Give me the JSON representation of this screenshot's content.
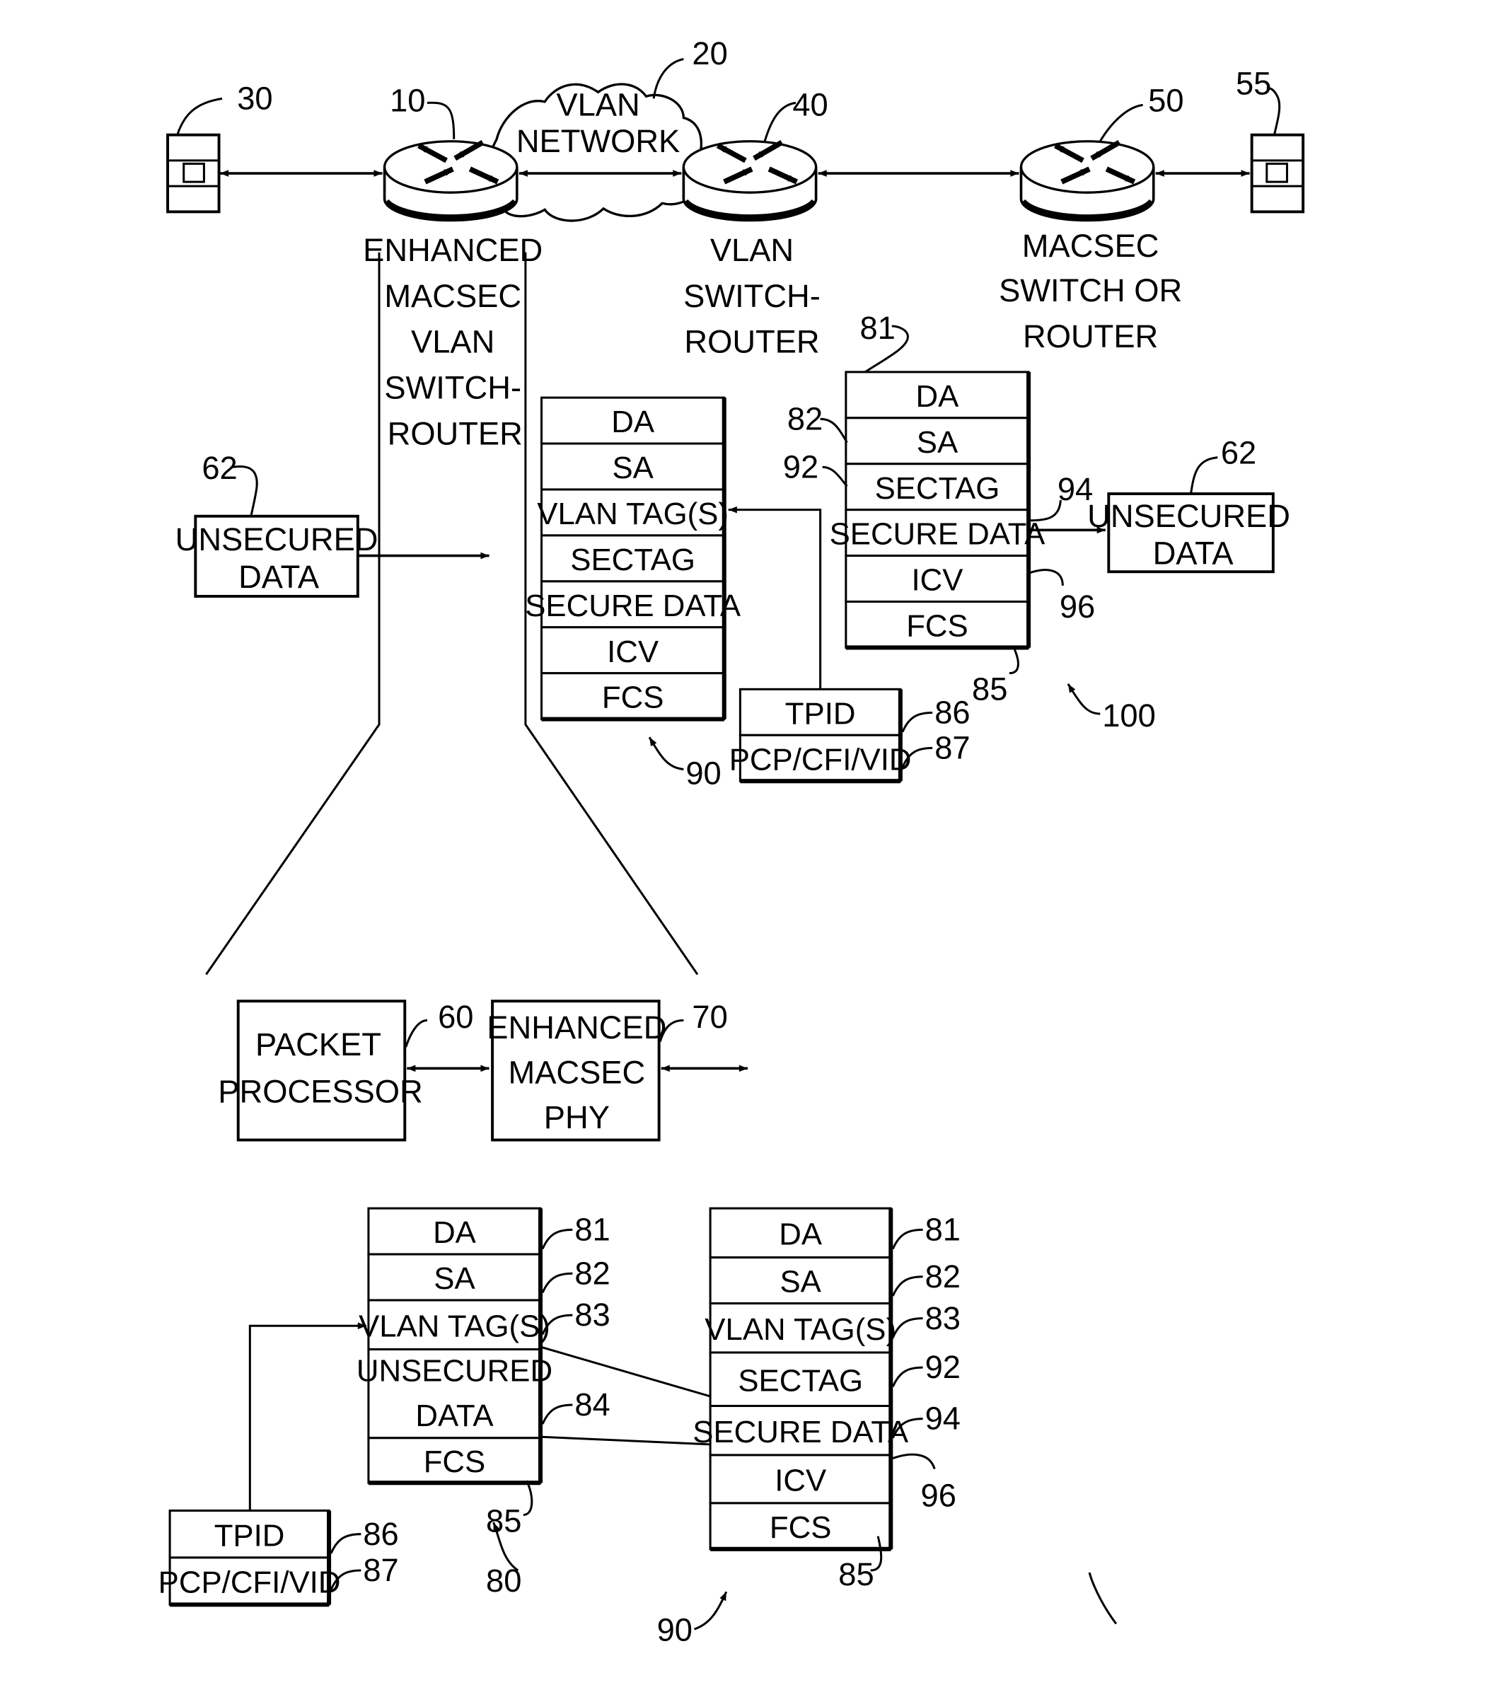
{
  "devices": {
    "host_left": {
      "ref": "30"
    },
    "enhanced_router": {
      "ref": "10",
      "label_lines": [
        "ENHANCED",
        "MACSEC",
        "VLAN",
        "SWITCH-",
        "ROUTER"
      ]
    },
    "vlan_network": {
      "ref": "20",
      "label_lines": [
        "VLAN",
        "NETWORK"
      ]
    },
    "vlan_router": {
      "ref": "40",
      "label_lines": [
        "VLAN",
        "SWITCH-",
        "ROUTER"
      ]
    },
    "macsec_router": {
      "ref": "50",
      "label_lines": [
        "MACSEC",
        "SWITCH OR",
        "ROUTER"
      ]
    },
    "host_right": {
      "ref": "55"
    }
  },
  "unsecured_left": {
    "ref": "62",
    "label_lines": [
      "UNSECURED",
      "DATA"
    ]
  },
  "unsecured_right": {
    "ref": "62",
    "label_lines": [
      "UNSECURED",
      "DATA"
    ]
  },
  "frame_mid_90": {
    "ref": "90",
    "fields": [
      "DA",
      "SA",
      "VLAN TAG(S)",
      "SECTAG",
      "SECURE DATA",
      "ICV",
      "FCS"
    ]
  },
  "vlan_tag_mid": {
    "fields": [
      "TPID",
      "PCP/CFI/VID"
    ],
    "refs": [
      "86",
      "87"
    ]
  },
  "frame_100": {
    "ref": "100",
    "fields": [
      "DA",
      "SA",
      "SECTAG",
      "SECURE DATA",
      "ICV",
      "FCS"
    ],
    "refs": {
      "da": "81",
      "sa": "82",
      "sectag": "92",
      "secure_data": "94",
      "icv": "96",
      "fcs": "85"
    }
  },
  "internals": {
    "packet_processor": {
      "ref": "60",
      "label_lines": [
        "PACKET",
        "PROCESSOR"
      ]
    },
    "macsec_phy": {
      "ref": "70",
      "label_lines": [
        "ENHANCED",
        "MACSEC",
        "PHY"
      ]
    }
  },
  "frame_80": {
    "ref": "80",
    "fields": [
      "DA",
      "SA",
      "VLAN TAG(S)",
      "UNSECURED DATA",
      "FCS"
    ],
    "unsecured_lines": [
      "UNSECURED",
      "DATA"
    ],
    "refs": [
      "81",
      "82",
      "83",
      "84",
      "85"
    ]
  },
  "vlan_tag_bottom": {
    "fields": [
      "TPID",
      "PCP/CFI/VID"
    ],
    "refs": [
      "86",
      "87"
    ]
  },
  "frame_90_bottom": {
    "ref": "90",
    "fields": [
      "DA",
      "SA",
      "VLAN TAG(S)",
      "SECTAG",
      "SECURE DATA",
      "ICV",
      "FCS"
    ],
    "refs": [
      "81",
      "82",
      "83",
      "92",
      "94",
      "96",
      "85"
    ]
  }
}
